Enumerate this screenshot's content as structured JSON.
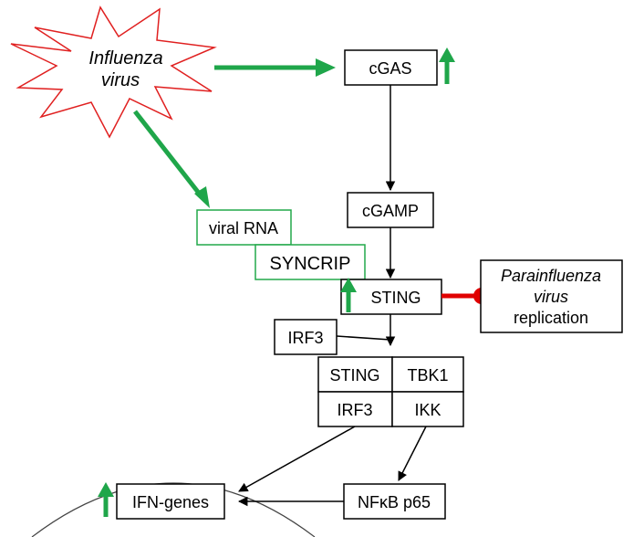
{
  "colors": {
    "green": "#1fa64a",
    "red": "#e00000",
    "star_stroke": "#e02020",
    "green_box_stroke": "#22a84a",
    "black": "#000000"
  },
  "influenza": {
    "line1": "Influenza",
    "line2": "virus"
  },
  "nodes": {
    "cgas": "cGAS",
    "cgamp": "cGAMP",
    "viral_rna": "viral RNA",
    "syncrip": "SYNCRIP",
    "sting": "STING",
    "irf3": "IRF3",
    "complex_sting": "STING",
    "complex_tbk1": "TBK1",
    "complex_irf3": "IRF3",
    "complex_ikk": "IKK",
    "nfkb": "NFκB p65",
    "ifn": "IFN-genes"
  },
  "parainfluenza": {
    "line1": "Parainfluenza",
    "line2": "virus",
    "line3": "replication"
  },
  "icons": [
    "up-arrow-icon",
    "inhibition-icon",
    "star-burst-icon"
  ]
}
